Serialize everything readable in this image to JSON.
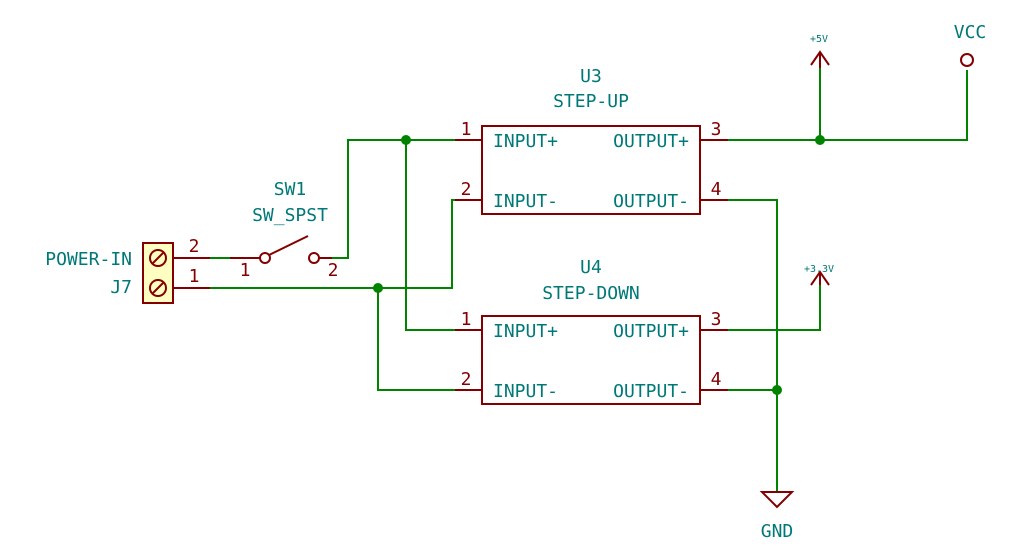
{
  "colors": {
    "wire": "#008400",
    "component": "#840000",
    "text": "#007878",
    "connector_fill": "#ffffc2",
    "background": "#ffffff"
  },
  "u3": {
    "ref": "U3",
    "value": "STEP-UP",
    "pin1_name": "INPUT+",
    "pin2_name": "INPUT-",
    "pin3_name": "OUTPUT+",
    "pin4_name": "OUTPUT-",
    "pin1": "1",
    "pin2": "2",
    "pin3": "3",
    "pin4": "4"
  },
  "u4": {
    "ref": "U4",
    "value": "STEP-DOWN",
    "pin1_name": "INPUT+",
    "pin2_name": "INPUT-",
    "pin3_name": "OUTPUT+",
    "pin4_name": "OUTPUT-",
    "pin1": "1",
    "pin2": "2",
    "pin3": "3",
    "pin4": "4"
  },
  "sw1": {
    "ref": "SW1",
    "value": "SW_SPST",
    "pin1": "1",
    "pin2": "2"
  },
  "j7": {
    "ref": "J7",
    "value": "POWER-IN",
    "pin1": "1",
    "pin2": "2"
  },
  "power": {
    "p5v": "+5V",
    "p3v3": "+3.3V",
    "vcc": "VCC",
    "gnd": "GND"
  },
  "icons": [
    "power-arrow-icon",
    "power-circle-icon",
    "ground-icon",
    "screw-terminal-icon",
    "switch-icon"
  ]
}
